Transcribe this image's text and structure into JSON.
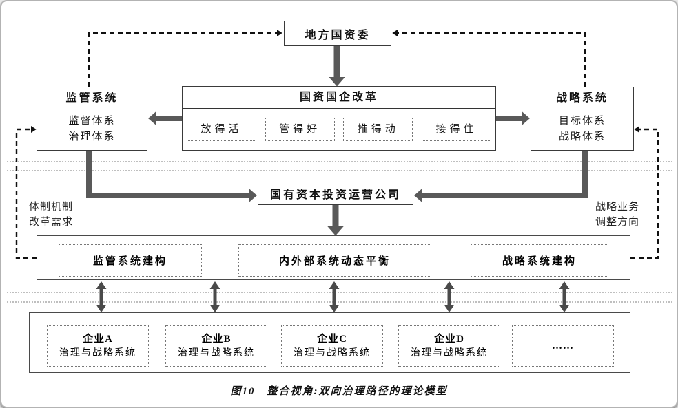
{
  "diagram": {
    "top_node": "地方国资委",
    "reform": {
      "title": "国资国企改革",
      "items": [
        "放得活",
        "管得好",
        "推得动",
        "接得住"
      ]
    },
    "supervision": {
      "title": "监管系统",
      "lines": [
        "监督体系",
        "治理体系"
      ]
    },
    "strategy": {
      "title": "战略系统",
      "lines": [
        "目标体系",
        "战略体系"
      ]
    },
    "company": "国有资本投资运营公司",
    "left_note": {
      "lines": [
        "体制机制",
        "改革需求"
      ]
    },
    "right_note": {
      "lines": [
        "战略业务",
        "调整方向"
      ]
    },
    "balance_row": {
      "left": "监管系统建构",
      "center": "内外部系统动态平衡",
      "right": "战略系统建构"
    },
    "enterprises": [
      {
        "name": "企业A",
        "sub": "治理与战略系统"
      },
      {
        "name": "企业B",
        "sub": "治理与战略系统"
      },
      {
        "name": "企业C",
        "sub": "治理与战略系统"
      },
      {
        "name": "企业D",
        "sub": "治理与战略系统"
      },
      {
        "name": "……",
        "sub": ""
      }
    ],
    "caption": "图10　整合视角:双向治理路径的理论模型",
    "colors": {
      "thick_arrow": "#595959",
      "dashed_line": "#111111",
      "dotted_rule": "#aaaaaa",
      "double_arrow": "#4a4a4a"
    }
  }
}
